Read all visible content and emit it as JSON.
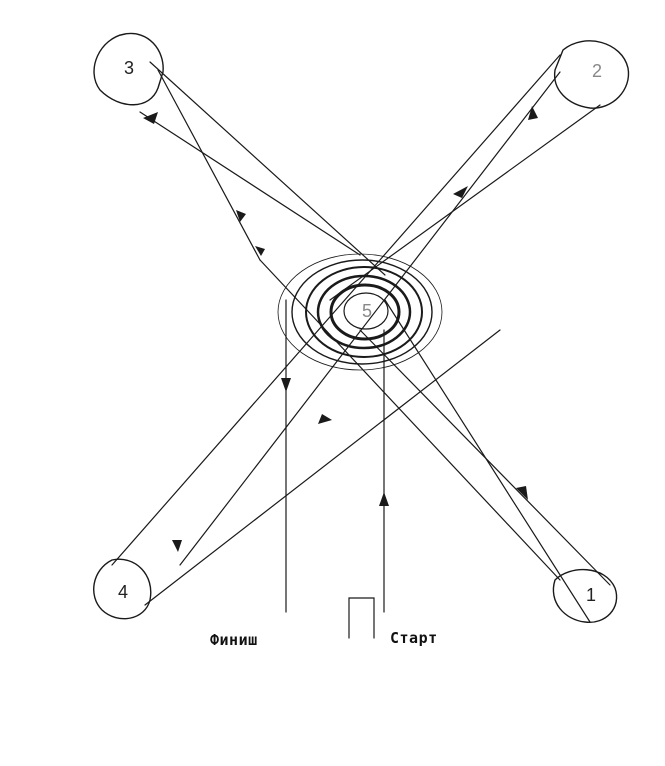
{
  "nodes": [
    {
      "id": "1",
      "label": "1"
    },
    {
      "id": "2",
      "label": "2"
    },
    {
      "id": "3",
      "label": "3"
    },
    {
      "id": "4",
      "label": "4"
    },
    {
      "id": "5",
      "label": "5"
    }
  ],
  "labels": {
    "finish": "Финиш",
    "start": "Старт"
  },
  "colors": {
    "ink": "#1a1a1a",
    "faint": "#888888"
  }
}
